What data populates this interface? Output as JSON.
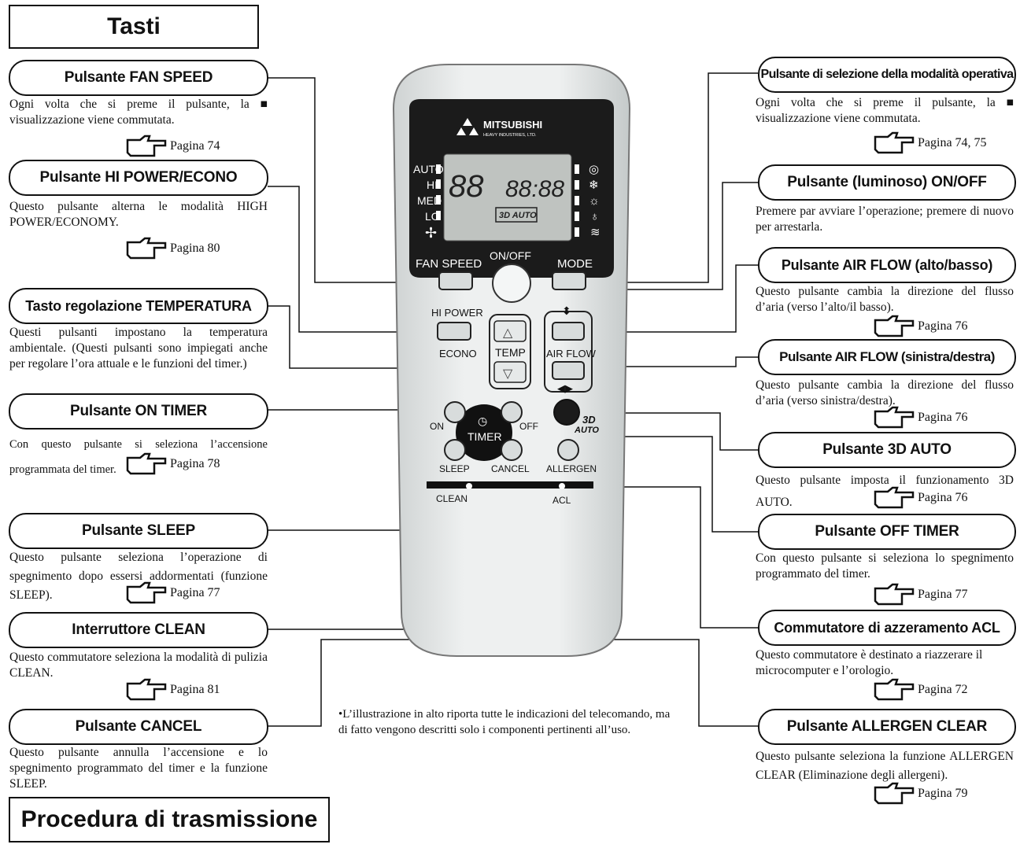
{
  "header": {
    "title": "Tasti"
  },
  "footer": {
    "title": "Procedura di trasmissione"
  },
  "left": [
    {
      "label": "Pulsante FAN SPEED",
      "desc": "Ogni volta che si preme il pulsante, la ■ visualizzazione viene commutata.",
      "page": "Pagina 74"
    },
    {
      "label": "Pulsante HI POWER/ECONO",
      "desc": "Questo pulsante alterna le modalità HIGH POWER/ECONOMY.",
      "page": "Pagina 80"
    },
    {
      "label": "Tasto regolazione TEMPERATURA",
      "desc": "Questi pulsanti impostano la temperatura ambientale. (Questi pulsanti sono impiegati anche per regolare l’ora attuale e le funzioni del timer.)",
      "page": ""
    },
    {
      "label": "Pulsante ON TIMER",
      "desc": "Con questo pulsante si seleziona l’accensione programmata del timer.",
      "page": "Pagina 78"
    },
    {
      "label": "Pulsante SLEEP",
      "desc": "Questo pulsante seleziona l’operazione di spegnimento dopo essersi addormentati (funzione SLEEP).",
      "page": "Pagina 77"
    },
    {
      "label": "Interruttore CLEAN",
      "desc": "Questo commutatore seleziona la modalità di pulizia CLEAN.",
      "page": "Pagina 81"
    },
    {
      "label": "Pulsante CANCEL",
      "desc": "Questo pulsante annulla l’accensione e lo spegnimento programmato del timer e la funzione SLEEP.",
      "page": ""
    }
  ],
  "right": [
    {
      "label": "Pulsante di selezione della modalità operativa",
      "desc": "Ogni volta che si preme il pulsante, la ■ visualizzazione viene commutata.",
      "page": "Pagina 74, 75"
    },
    {
      "label": "Pulsante (luminoso) ON/OFF",
      "desc": "Premere par avviare l’operazione; premere di nuovo per arrestarla.",
      "page": ""
    },
    {
      "label": "Pulsante AIR FLOW (alto/basso)",
      "desc": "Questo pulsante cambia la direzione del flusso d’aria (verso l’alto/il basso).",
      "page": "Pagina 76"
    },
    {
      "label": "Pulsante AIR FLOW (sinistra/destra)",
      "desc": "Questo pulsante cambia la direzione del flusso d’aria (verso sinistra/destra).",
      "page": "Pagina 76"
    },
    {
      "label": "Pulsante 3D AUTO",
      "desc": "Questo pulsante imposta il funzionamento 3D AUTO.",
      "page": "Pagina 76"
    },
    {
      "label": "Pulsante OFF TIMER",
      "desc": "Con questo pulsante si seleziona lo spegnimento programmato del timer.",
      "page": "Pagina 77"
    },
    {
      "label": "Commutatore di azzeramento ACL",
      "desc": "Questo commutatore è destinato a riazzerare il microcomputer e l’orologio.",
      "page": "Pagina 72"
    },
    {
      "label": "Pulsante ALLERGEN CLEAR",
      "desc": "Questo pulsante seleziona la funzione ALLERGEN CLEAR (Eliminazione degli allergeni).",
      "page": "Pagina 79"
    }
  ],
  "note": "•L’illustrazione in alto riporta tutte le indicazioni del telecomando, ma di fatto vengono descritti solo i componenti pertinenti all’uso.",
  "remote": {
    "brand": "MITSUBISHI",
    "brand_sub": "HEAVY INDUSTRIES, LTD.",
    "fan_levels": [
      "AUTO",
      "HI",
      "MED",
      "LO"
    ],
    "temp_digits": "88",
    "clock_digits": "88:88",
    "auto_3d": "3D AUTO",
    "fan_speed": "FAN SPEED",
    "on_off": "ON/OFF",
    "mode": "MODE",
    "hi_power": "HI POWER",
    "econo": "ECONO",
    "temp": "TEMP",
    "air_flow": "AIR FLOW",
    "on": "ON",
    "timer": "TIMER",
    "off": "OFF",
    "sleep": "SLEEP",
    "cancel": "CANCEL",
    "allergen": "ALLERGEN",
    "clean": "CLEAN",
    "acl": "ACL",
    "btn_3d": "3D",
    "btn_auto": "AUTO"
  }
}
